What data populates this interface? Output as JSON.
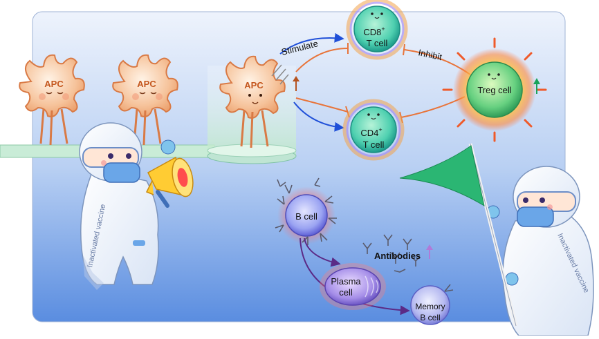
{
  "cells": {
    "apc_1": "APC",
    "apc_2": "APC",
    "apc_3": "APC",
    "cd8": [
      "CD8",
      "+",
      "T cell"
    ],
    "cd4": [
      "CD4",
      "+",
      "T cell"
    ],
    "treg": "Treg cell",
    "b_cell": "B cell",
    "plasma": [
      "Plasma",
      "cell"
    ],
    "memory": [
      "Memory",
      "B cell"
    ]
  },
  "labels": {
    "stimulate": "Stimulate",
    "inhibit": "Inhibit",
    "antibodies": "Antibodies",
    "vaccine_left": "Inactivated vaccine",
    "vaccine_right": "Inactivated vaccine"
  },
  "colors": {
    "stimulate_arrow": "#1f4fd8",
    "inhibit_arrow": "#e8743a",
    "b_lineage_arrow": "#5b2a86",
    "treg_increase": "#1aa35a",
    "apc_increase": "#b5531f",
    "antibody_increase": "#b07ad8",
    "panel_top": "#e6eefb",
    "panel_bottom": "#5d8fe0",
    "flag": "#2bb673"
  }
}
